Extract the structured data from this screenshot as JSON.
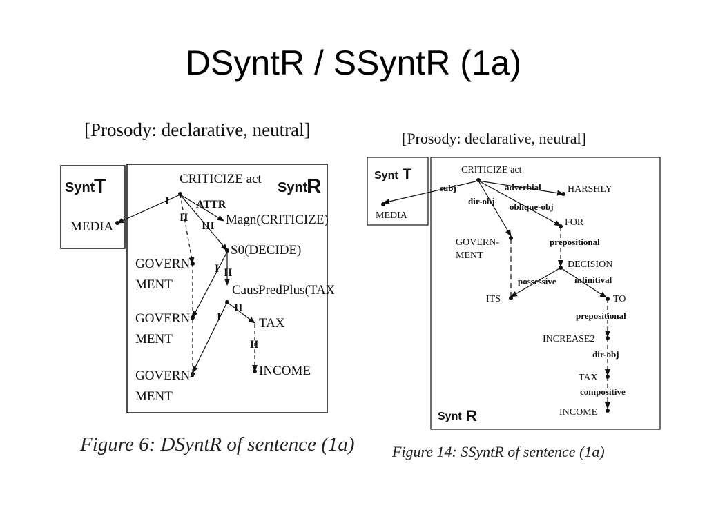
{
  "title": "DSyntR / SSyntR (1a)",
  "left_figure": {
    "prosody": "[Prosody: declarative, neutral]",
    "synt_t_label": "Synt",
    "synt_t_letter": "T",
    "synt_r_label": "Synt",
    "synt_r_letter": "R",
    "nodes": {
      "criticize": "CRITICIZE act",
      "media": "MEDIA",
      "magn": "Magn(CRITICIZE)",
      "s0": "S0(DECIDE)",
      "caus": "CausPredPlus(TAX)",
      "tax": "TAX",
      "income": "INCOME",
      "gov1_a": "GOVERN-",
      "gov1_b": "MENT",
      "gov2_a": "GOVERN-",
      "gov2_b": "MENT",
      "gov3_a": "GOVERN-",
      "gov3_b": "MENT"
    },
    "edges": {
      "i_media": "I",
      "attr": "ATTR",
      "ii_crit": "II",
      "iii": "III",
      "i_s0": "I",
      "ii_s0": "II",
      "i_caus": "I",
      "ii_caus": "II",
      "ii_tax": "II"
    },
    "caption": "Figure 6: DSyntR of sentence (1a)"
  },
  "right_figure": {
    "prosody": "[Prosody: declarative, neutral]",
    "synt_t_label": "Synt",
    "synt_t_letter": "T",
    "synt_r_label": "Synt",
    "synt_r_letter": "R",
    "nodes": {
      "criticize": "CRITICIZE act",
      "media": "MEDIA",
      "harshly": "HARSHLY",
      "for": "FOR",
      "gov_a": "GOVERN-",
      "gov_b": "MENT",
      "decision": "DECISION",
      "its": "ITS",
      "to": "TO",
      "increase": "INCREASE2",
      "tax": "TAX",
      "income": "INCOME"
    },
    "edges": {
      "subj": "subj",
      "adverbial": "adverbial",
      "dirobj1": "dir-obj",
      "oblique": "oblique-obj",
      "prepositional1": "prepositional",
      "possessive": "possessive",
      "infinitival": "infinitival",
      "prepositional2": "prepositional",
      "dirobj2": "dir-obj",
      "compositive": "compositive"
    },
    "caption": "Figure 14: SSyntR of sentence (1a)"
  }
}
